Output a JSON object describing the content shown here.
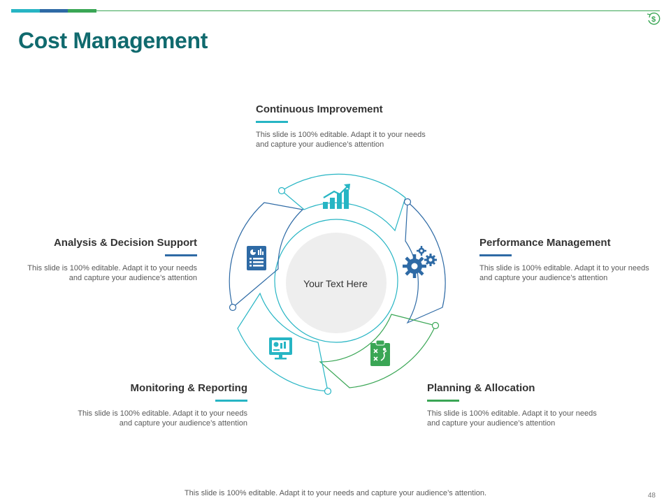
{
  "header": {
    "title": "Cost Management",
    "bar_colors": [
      "#27b5c4",
      "#2e6aa5",
      "#3aa655"
    ],
    "line_color": "#3aa655",
    "title_color": "#106a6e",
    "dollar_icon_glyph": "$",
    "dollar_icon_color": "#3aa655"
  },
  "center": {
    "text": "Your Text Here"
  },
  "steps": [
    {
      "title": "Continuous Improvement",
      "description_line1": "This slide is 100% editable. Adapt it to your needs",
      "description_line2": "and capture your audience’s attention",
      "accent": "#27b5c4",
      "icon": "growth-chart-icon"
    },
    {
      "title": "Performance Management",
      "description_line1": "This slide is 100% editable. Adapt it to your needs",
      "description_line2": "and capture your audience’s attention",
      "accent": "#2e6aa5",
      "icon": "gears-icon"
    },
    {
      "title": "Planning & Allocation",
      "description_line1": "This slide is 100% editable. Adapt it to your needs",
      "description_line2": "and capture your audience’s attention",
      "accent": "#3aa655",
      "icon": "strategy-clipboard-icon"
    },
    {
      "title": "Monitoring & Reporting",
      "description_line1": "This slide is 100% editable. Adapt it to your needs",
      "description_line2": "and capture your audience’s attention",
      "accent": "#27b5c4",
      "icon": "monitor-report-icon"
    },
    {
      "title": "Analysis & Decision Support",
      "description_line1": "This slide is 100% editable. Adapt it to your needs",
      "description_line2": "and capture your audience’s attention",
      "accent": "#2e6aa5",
      "icon": "analysis-document-icon"
    }
  ],
  "footer": {
    "text": "This slide is 100% editable. Adapt it to your needs and capture your audience’s attention.",
    "page_number": "48"
  }
}
